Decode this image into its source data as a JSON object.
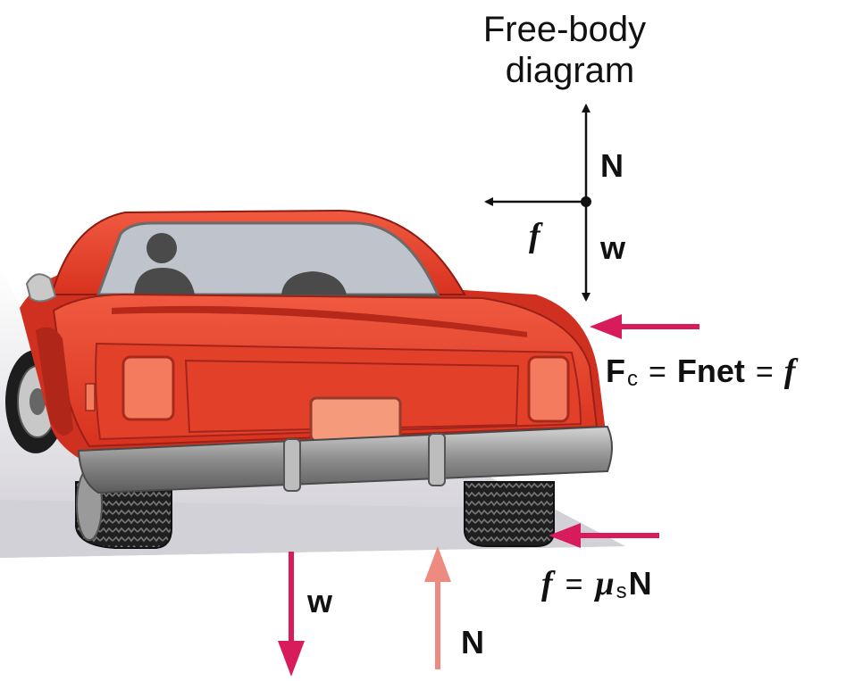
{
  "fbd": {
    "title_line1": "Free-body",
    "title_line2": "diagram",
    "label_normal": "N",
    "label_weight": "w",
    "label_friction": "f"
  },
  "equation_centripetal": {
    "fc_symbol": "F",
    "fc_subscript": "c",
    "equals_1": "=",
    "fnet": "Fnet",
    "equals_2": "=",
    "friction": "f"
  },
  "equation_friction": {
    "friction": "f",
    "equals": "=",
    "mu": "μ",
    "mu_subscript": "s",
    "normal": "N"
  },
  "ground_forces": {
    "weight_label": "w",
    "normal_label": "N"
  },
  "colors": {
    "car_body": "#e8412c",
    "car_dark": "#c32a1c",
    "force_arrow": "#d81b5a",
    "normal_arrow": "#ef8a80",
    "bumper": "#9a9a9a",
    "tire": "#1e1e1e",
    "ground_shadow": "#d8d6dc"
  }
}
